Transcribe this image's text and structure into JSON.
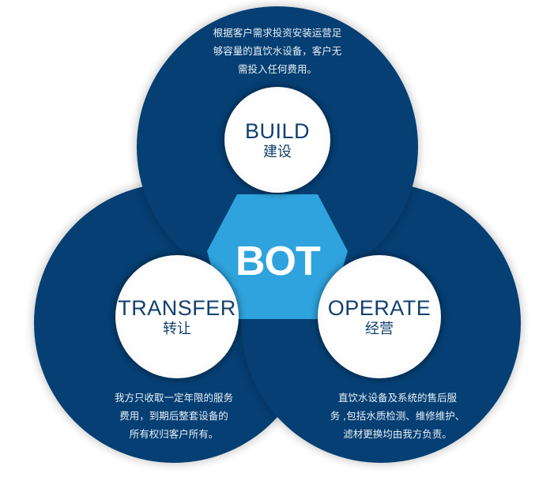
{
  "diagram": {
    "center_label": "BOT",
    "colors": {
      "ring": "#053f73",
      "center": "#2ea3dd",
      "text_dark": "#11406f",
      "text_light": "#e9f0f7",
      "background": "#ffffff"
    },
    "stages": [
      {
        "id": "build",
        "title_en": "BUILD",
        "title_cn": "建设",
        "description_lines": [
          "根据客户需求投资安装运营足",
          "够容量的直饮水设备，客户无",
          "需投入任何费用。"
        ]
      },
      {
        "id": "transfer",
        "title_en": "TRANSFER",
        "title_cn": "转让",
        "description_lines": [
          "我方只收取一定年限的服务",
          "费用，到期后整套设备的",
          "所有权归客户所有。"
        ]
      },
      {
        "id": "operate",
        "title_en": "OPERATE",
        "title_cn": "经营",
        "description_lines": [
          "直饮水设备及系统的售后服",
          "务 ,包括水质检测、维修维护、",
          "滤材更换均由我方负责。"
        ]
      }
    ]
  }
}
